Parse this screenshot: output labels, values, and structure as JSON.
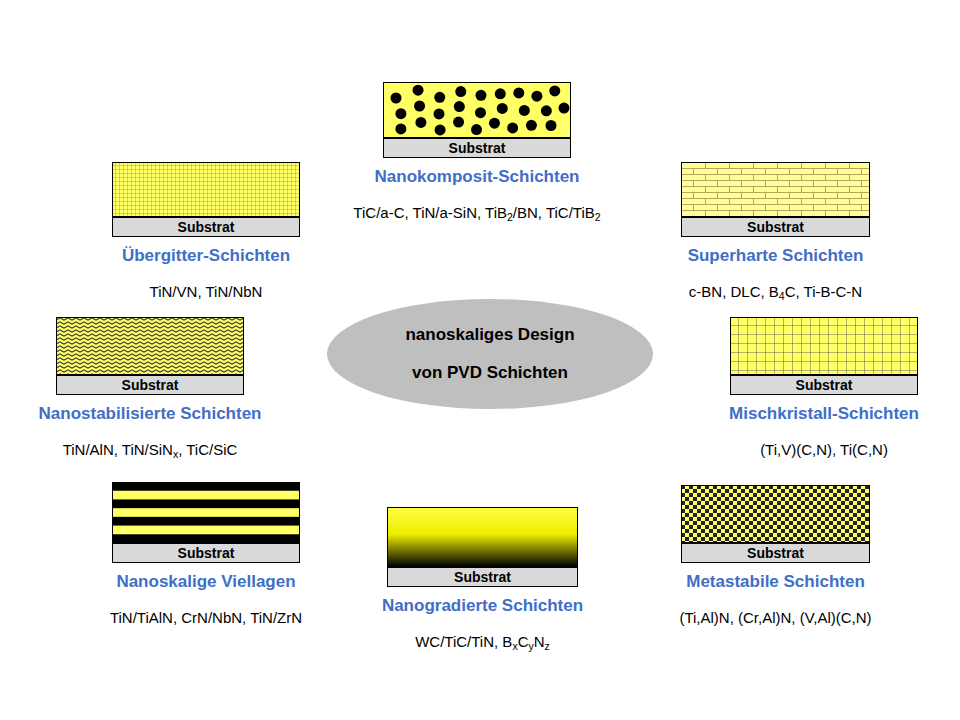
{
  "diagram": {
    "nodes": [
      {
        "text": [
          "nanoskaliges Design von PVD Schichten"
        ]
      },
      {
        "text": [
          "Substrat",
          "Nanokomposit-Schichten",
          "TiC/a-C, TiN/a-SiN, TiB2/BN, TiC/TiB2"
        ]
      },
      {
        "text": [
          "Substrat",
          "Superharte Schichten",
          "c-BN, DLC, B4C, Ti-B-C-N"
        ]
      },
      {
        "text": [
          "Substrat",
          "Mischkristall-Schichten",
          "(Ti,V)(C,N), Ti(C,N)"
        ]
      },
      {
        "text": [
          "Substrat",
          "Metastabile Schichten",
          "(Ti,Al)N, (Cr,Al)N, (V,Al)(C,N)"
        ]
      },
      {
        "text": [
          "Substrat",
          "Nanogradierte Schichten",
          "WC/TiC/TiN, BxCyNz"
        ]
      },
      {
        "text": [
          "Substrat",
          "Nanoskalige Viellagen",
          "TiN/TiAlN, CrN/NbN, TiN/ZrN"
        ]
      },
      {
        "text": [
          "Substrat",
          "Nanostabilisierte Schichten",
          "TiN/AlN, TiN/SiNx, TiC/SiC"
        ]
      },
      {
        "text": [
          "Substrat",
          "Übergitter-Schichten",
          "TiN/VN, TiN/NbN"
        ]
      }
    ]
  }
}
